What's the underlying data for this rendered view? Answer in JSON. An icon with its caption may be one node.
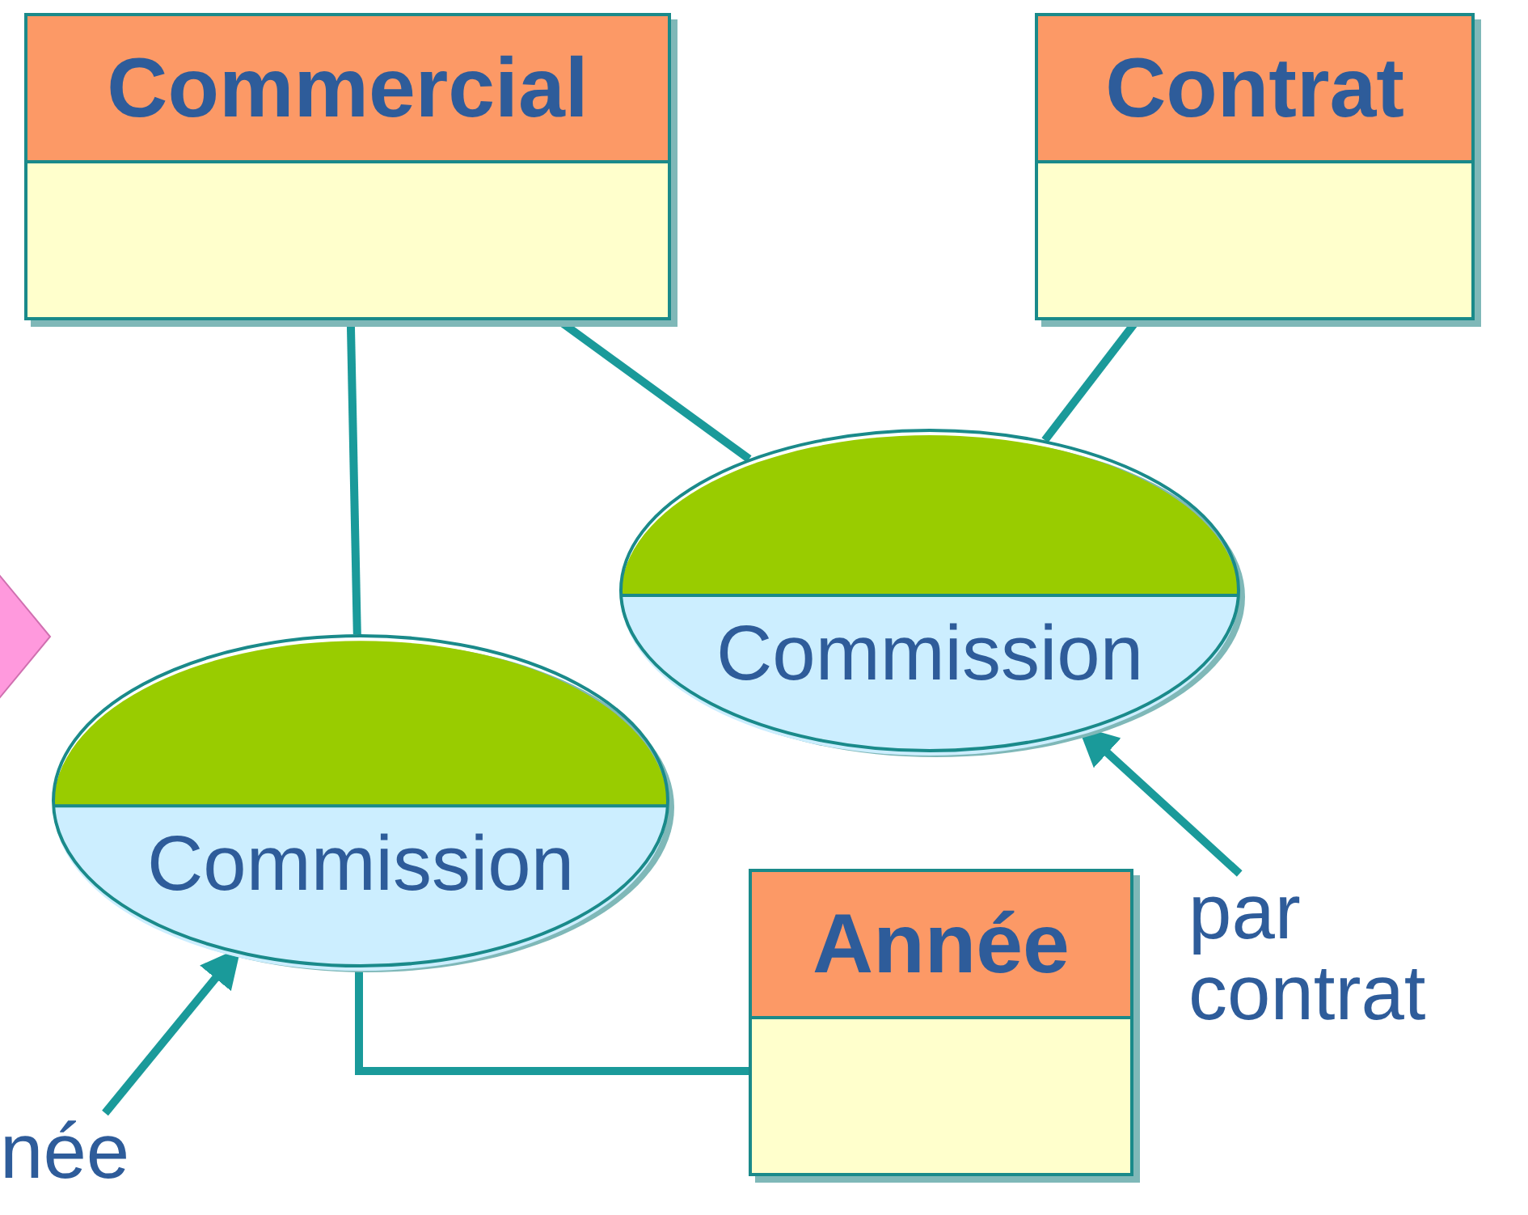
{
  "diagram": {
    "nodes": [
      {
        "text": [
          "Commercial"
        ]
      },
      {
        "text": [
          "Contrat"
        ]
      },
      {
        "text": [
          "Commission"
        ]
      },
      {
        "text": [
          "Commission"
        ]
      },
      {
        "text": [
          "Année"
        ]
      },
      {
        "text": [
          "par contrat"
        ]
      },
      {
        "text": [
          "née"
        ]
      },
      {
        "text": [],
        "shape": "diamond"
      }
    ],
    "edges": [
      {
        "from": 0,
        "to": 3,
        "arrow": "none"
      },
      {
        "from": 0,
        "to": 2,
        "arrow": "none"
      },
      {
        "from": 1,
        "to": 2,
        "arrow": "none"
      },
      {
        "from": 3,
        "to": 4,
        "arrow": "none"
      },
      {
        "from": 5,
        "to": 2,
        "arrow": "to"
      },
      {
        "from": 6,
        "to": 3,
        "arrow": "to"
      }
    ]
  }
}
